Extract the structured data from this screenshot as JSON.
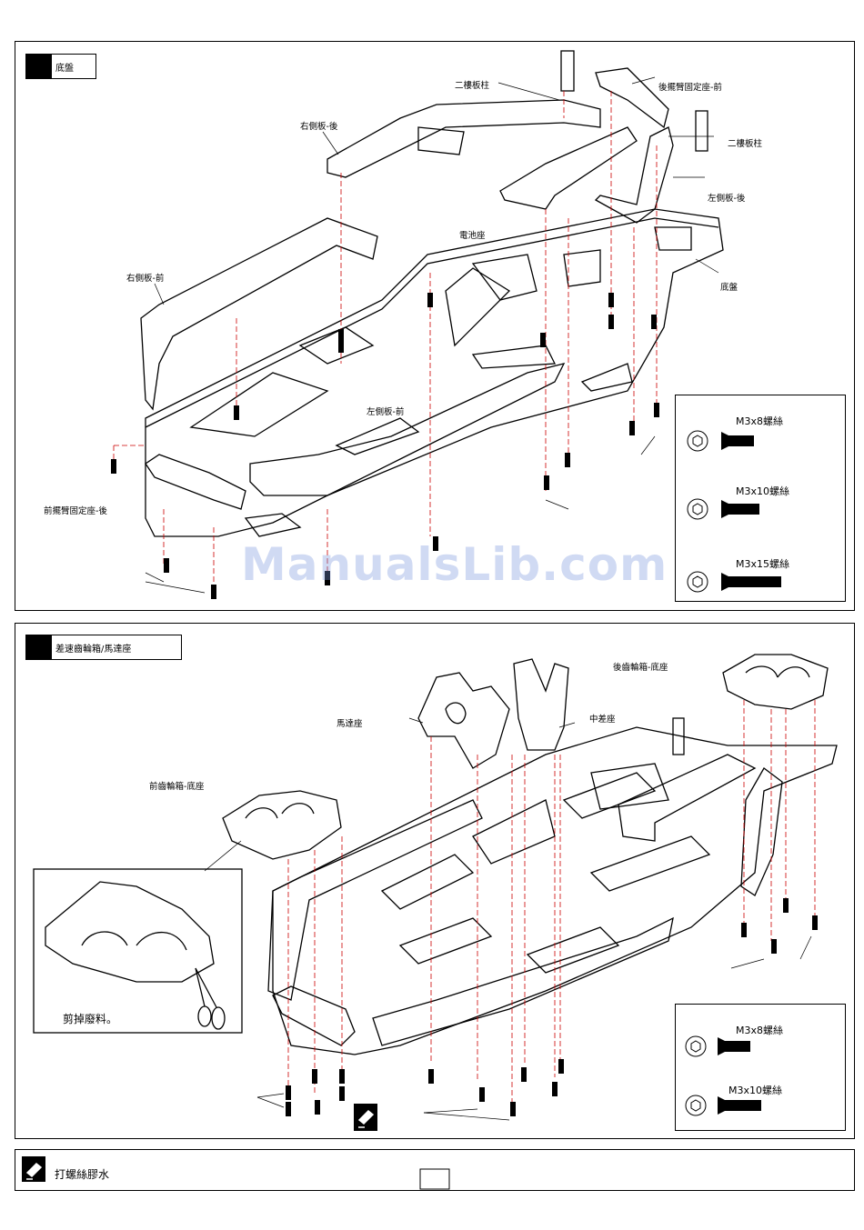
{
  "watermark": "ManualsLib.com",
  "panel1": {
    "title": "底盤",
    "labels": {
      "post_top": "二樓板柱",
      "rear_arm_mount_front": "後擺臂固定座-前",
      "post_right": "二樓板柱",
      "right_side_rear": "右側板-後",
      "left_side_rear": "左側板-後",
      "battery_holder": "電池座",
      "chassis": "底盤",
      "right_side_front": "右側板-前",
      "left_side_front": "左側板-前",
      "front_arm_mount_rear": "前擺臂固定座-後"
    },
    "screws": [
      {
        "name": "M3x8螺絲"
      },
      {
        "name": "M3x10螺絲"
      },
      {
        "name": "M3x15螺絲"
      }
    ]
  },
  "panel2": {
    "title": "差速齒輪箱/馬達座",
    "labels": {
      "rear_gearbox_base": "後齒輪箱-底座",
      "motor_mount": "馬達座",
      "center_diff_mount": "中差座",
      "front_gearbox_base": "前齒輪箱-底座",
      "cut_waste": "剪掉廢料。"
    },
    "screws": [
      {
        "name": "M3x8螺絲"
      },
      {
        "name": "M3x10螺絲"
      }
    ]
  },
  "footer": {
    "legend": "打螺絲膠水"
  }
}
